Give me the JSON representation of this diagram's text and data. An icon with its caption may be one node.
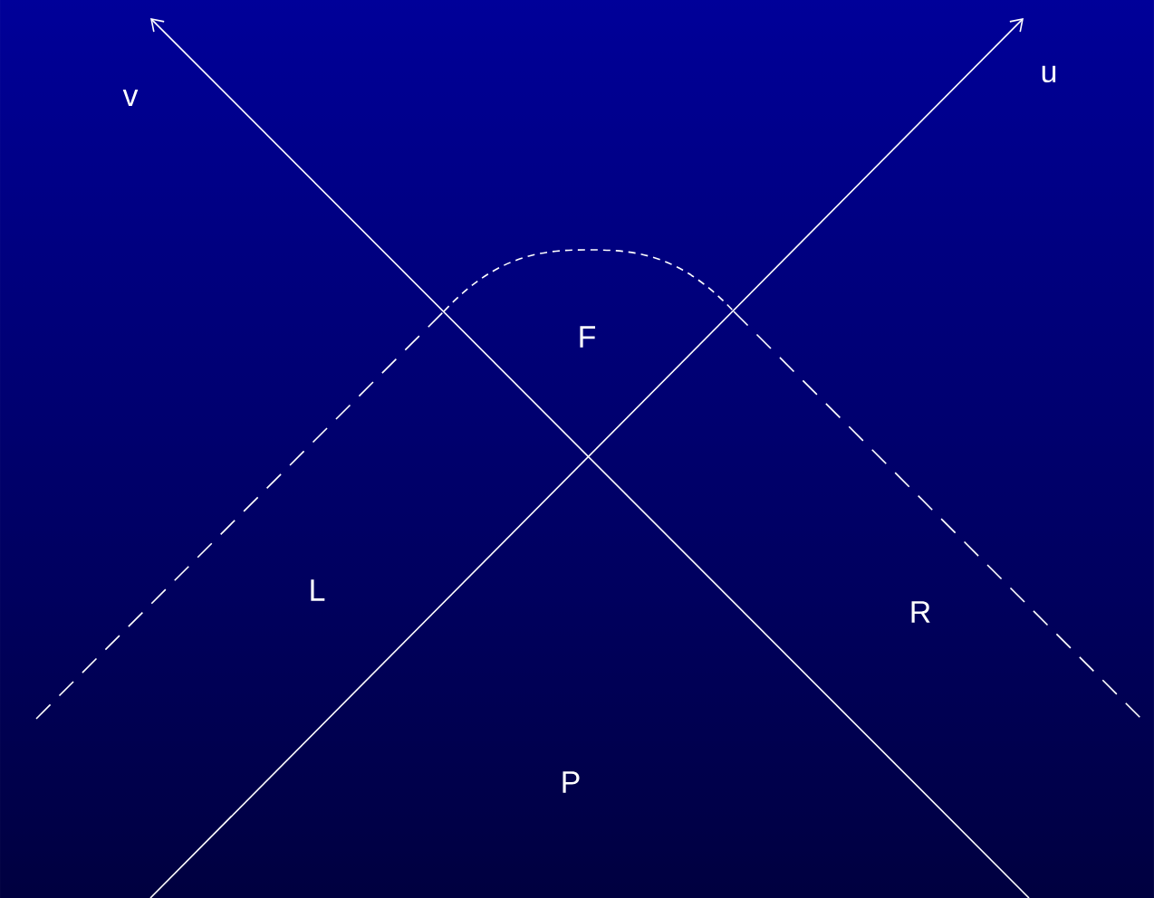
{
  "diagram": {
    "labels": [
      "v",
      "u",
      "F",
      "L",
      "R",
      "P"
    ]
  }
}
